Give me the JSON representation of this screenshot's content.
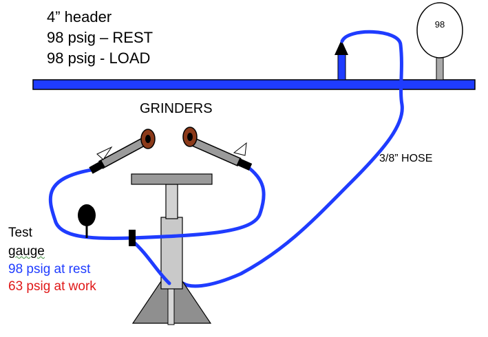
{
  "header_info": {
    "size": "4” header",
    "rest": "98 psig – REST",
    "load": "98 psig - LOAD"
  },
  "gauge_top": {
    "reading": "98"
  },
  "grinders_label": "GRINDERS",
  "hose_label": "3/8” HOSE",
  "test_gauge": {
    "line1": "Test",
    "line2": "gauge",
    "at_rest": "98 psig at rest",
    "at_work": "63 psig at work"
  },
  "colors": {
    "pipe_blue": "#1f3cff",
    "rest_text": "#1f3cff",
    "work_text": "#e01818",
    "grinder_head": "#8b3a1a",
    "metal_gray": "#a9a9a9"
  }
}
